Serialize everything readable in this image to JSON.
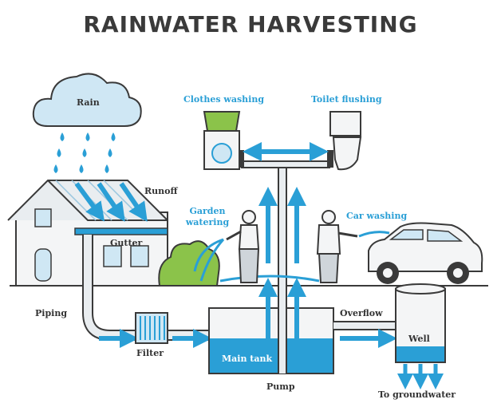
{
  "title": "RAINWATER HARVESTING",
  "labels": {
    "rain": "Rain",
    "runoff": "Runoff",
    "gutter": "Gutter",
    "piping": "Piping",
    "filter": "Filter",
    "main_tank": "Main tank",
    "pump": "Pump",
    "overflow": "Overflow",
    "well": "Well",
    "to_groundwater": "To groundwater",
    "clothes_washing": "Clothes washing",
    "toilet_flushing": "Toilet flushing",
    "garden_watering_1": "Garden",
    "garden_watering_2": "watering",
    "car_washing": "Car washing"
  },
  "colors": {
    "water": "#2a9fd6",
    "water_light": "#cfe7f4",
    "outline": "#3a3a3a",
    "pipe": "#e9edf0",
    "plant": "#8bc34a"
  }
}
